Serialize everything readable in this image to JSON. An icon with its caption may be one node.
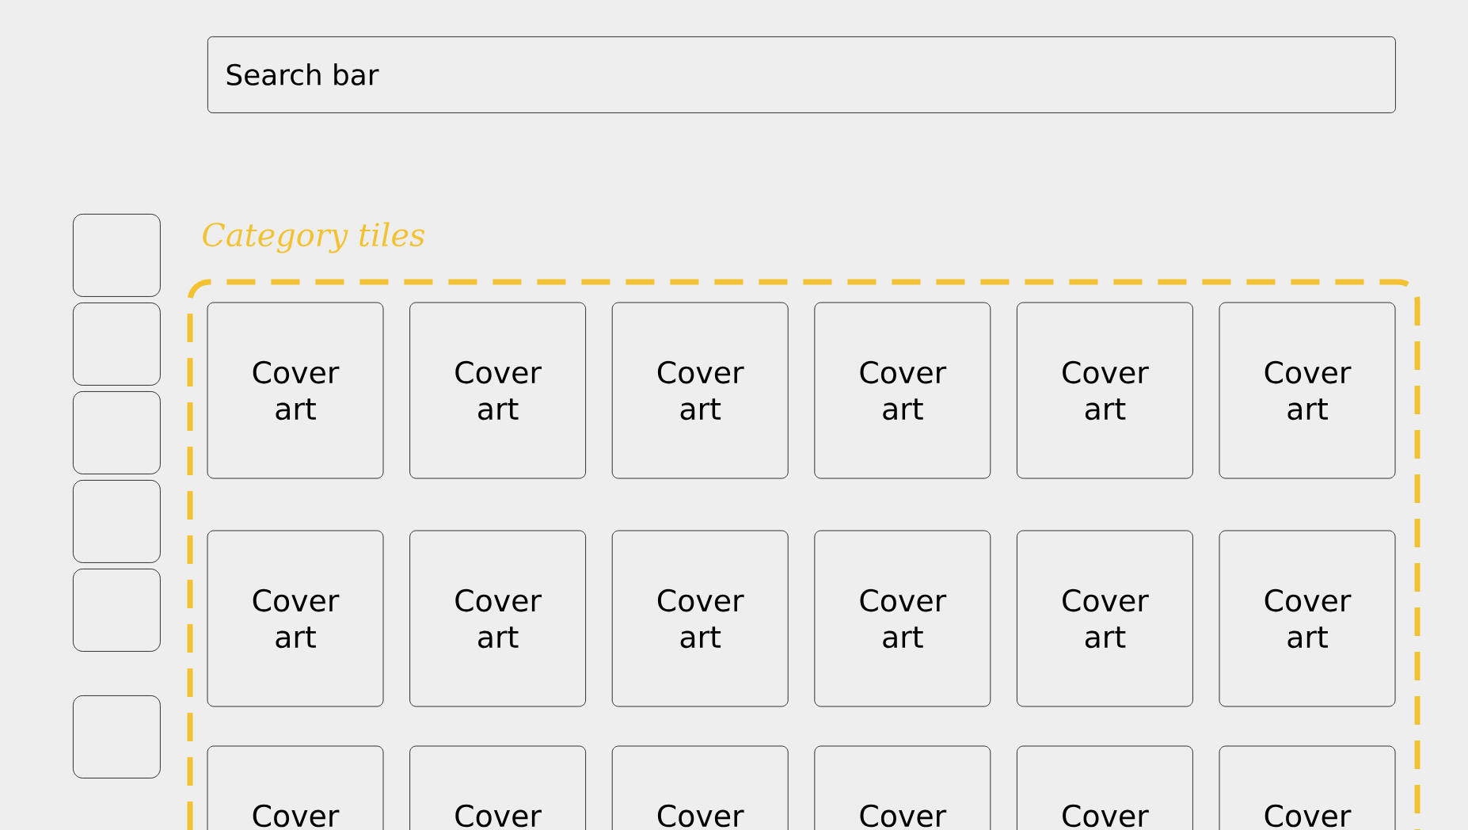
{
  "diagram": {
    "nodes": [
      {
        "text": [
          "Search bar"
        ]
      },
      {
        "text": [],
        "shape": "box"
      },
      {
        "text": [],
        "shape": "box"
      },
      {
        "text": [],
        "shape": "box"
      },
      {
        "text": [],
        "shape": "box"
      },
      {
        "text": [],
        "shape": "box"
      },
      {
        "text": [],
        "shape": "box"
      },
      {
        "text": [
          "Category tiles"
        ]
      },
      {
        "text": [
          "Cover art"
        ],
        "in": 7
      },
      {
        "text": [
          "Cover art"
        ],
        "in": 7
      },
      {
        "text": [
          "Cover art"
        ],
        "in": 7
      },
      {
        "text": [
          "Cover art"
        ],
        "in": 7
      },
      {
        "text": [
          "Cover art"
        ],
        "in": 7
      },
      {
        "text": [
          "Cover art"
        ],
        "in": 7
      },
      {
        "text": [
          "Cover art"
        ],
        "in": 7
      },
      {
        "text": [
          "Cover art"
        ],
        "in": 7
      },
      {
        "text": [
          "Cover art"
        ],
        "in": 7
      },
      {
        "text": [
          "Cover art"
        ],
        "in": 7
      },
      {
        "text": [
          "Cover art"
        ],
        "in": 7
      },
      {
        "text": [
          "Cover art"
        ],
        "in": 7
      },
      {
        "text": [
          "Cover"
        ],
        "in": 7
      },
      {
        "text": [
          "Cover"
        ],
        "in": 7
      },
      {
        "text": [
          "Cover"
        ],
        "in": 7
      },
      {
        "text": [
          "Cover"
        ],
        "in": 7
      },
      {
        "text": [
          "Cover"
        ],
        "in": 7
      },
      {
        "text": [
          "Cover"
        ],
        "in": 7
      }
    ]
  }
}
